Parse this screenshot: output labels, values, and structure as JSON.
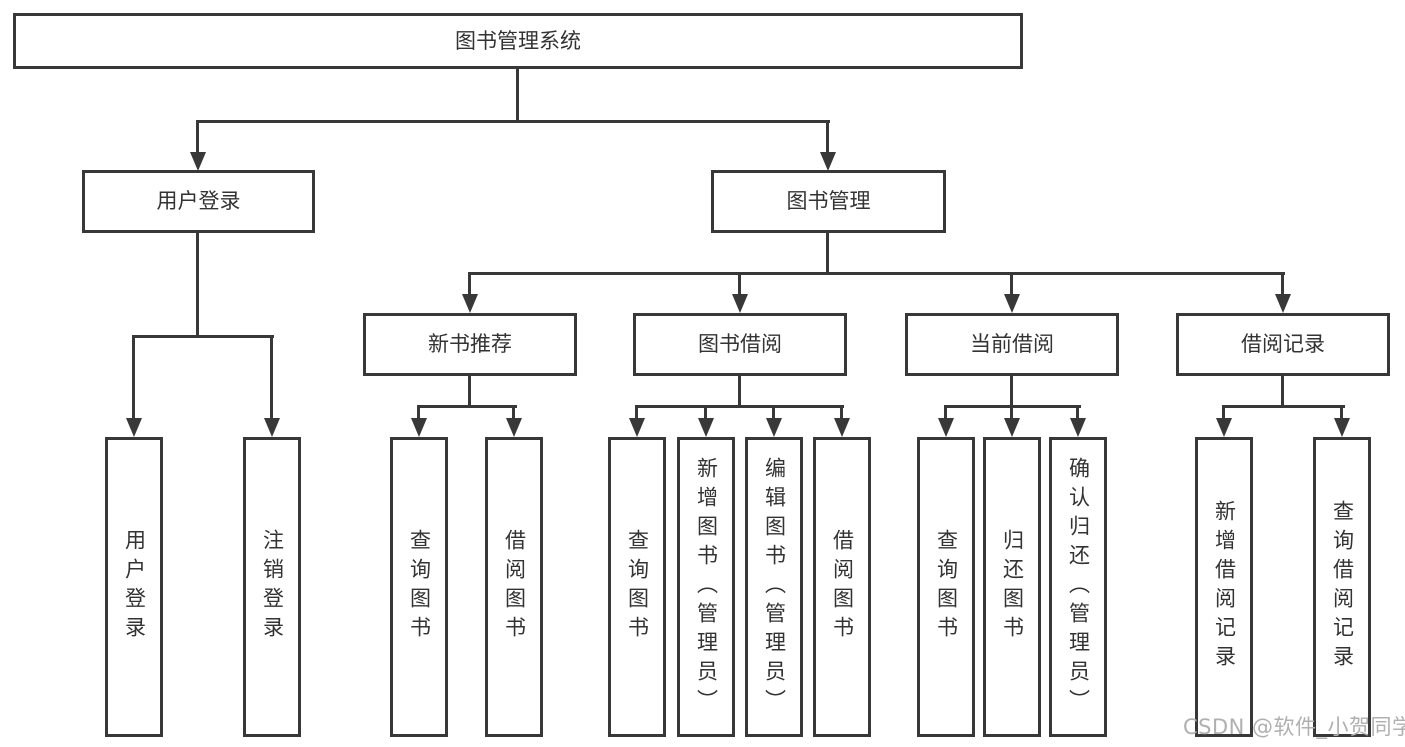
{
  "tree": {
    "root": "图书管理系统",
    "children": [
      {
        "label": "用户登录",
        "children": [
          "用户登录",
          "注销登录"
        ]
      },
      {
        "label": "图书管理",
        "children": [
          {
            "label": "新书推荐",
            "children": [
              "查询图书",
              "借阅图书"
            ]
          },
          {
            "label": "图书借阅",
            "children": [
              "查询图书",
              "新增图书（管理员）",
              "编辑图书（管理员）",
              "借阅图书"
            ]
          },
          {
            "label": "当前借阅",
            "children": [
              "查询图书",
              "归还图书",
              "确认归还（管理员）"
            ]
          },
          {
            "label": "借阅记录",
            "children": [
              "新增借阅记录",
              "查询借阅记录"
            ]
          }
        ]
      }
    ]
  },
  "watermark": {
    "text": "CSDN @软件_小贺同学"
  },
  "colors": {
    "line": "#383838",
    "text": "#333333",
    "watermark": "#b0b0b0",
    "background": "#ffffff"
  }
}
